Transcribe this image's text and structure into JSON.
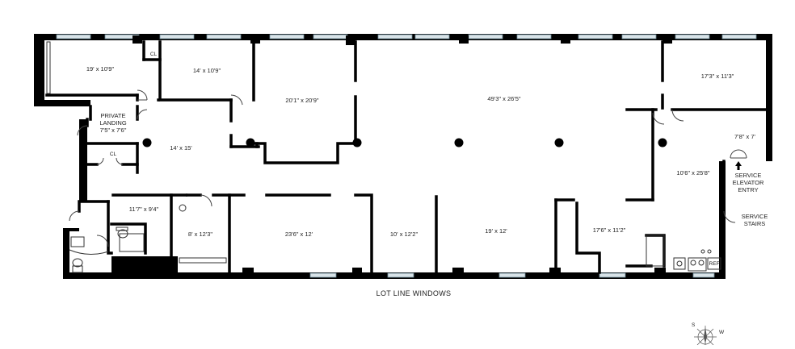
{
  "plan": {
    "caption": "LOT LINE WINDOWS",
    "rooms": [
      {
        "id": "r1",
        "label": "19' x 10'9\""
      },
      {
        "id": "r2",
        "label": "14' x 10'9\""
      },
      {
        "id": "r3",
        "label": "20'1\" x 20'9\""
      },
      {
        "id": "r4",
        "label": "49'3\" x 26'5\""
      },
      {
        "id": "r5",
        "label": "17'3\" x 11'3\""
      },
      {
        "id": "r6",
        "label": "14' x 15'"
      },
      {
        "id": "r7",
        "label": "7'8\" x 7'"
      },
      {
        "id": "r8",
        "label": "10'6\" x 25'8\""
      },
      {
        "id": "r9",
        "label": "11'7\" x 9'4\""
      },
      {
        "id": "r10",
        "label": "8' x 12'3\""
      },
      {
        "id": "r11",
        "label": "23'6\" x 12'"
      },
      {
        "id": "r12",
        "label": "10' x 12'2\""
      },
      {
        "id": "r13",
        "label": "19' x 12'"
      },
      {
        "id": "r14",
        "label": "17'6\" x 11'2\""
      }
    ],
    "closets": [
      "CL",
      "CL"
    ],
    "private_landing": [
      "PRIVATE",
      "LANDING",
      "7'5\" x 7'6\""
    ],
    "service_elevator": [
      "SERVICE",
      "ELEVATOR",
      "ENTRY"
    ],
    "service_stairs": [
      "SERVICE",
      "STAIRS"
    ],
    "ref": "REF",
    "compass": {
      "s": "S",
      "w": "W"
    }
  }
}
